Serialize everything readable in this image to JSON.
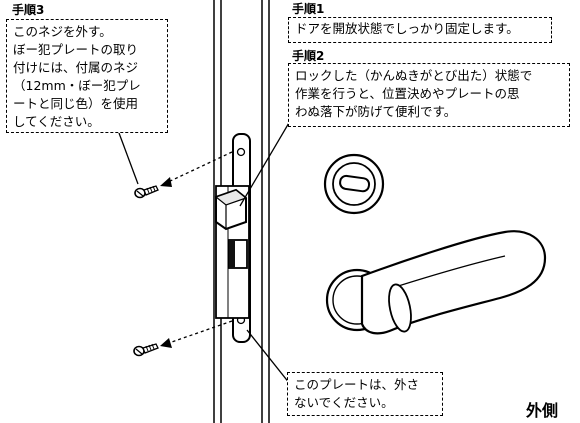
{
  "step3": {
    "heading": "手順3",
    "lines": [
      "このネジを外す。",
      "ぼー犯プレートの取り",
      "付けには、付属のネジ",
      "（12mm・ぼー犯プレ",
      "ートと同じ色）を使用",
      "してください。"
    ]
  },
  "step1": {
    "heading": "手順1",
    "text": "ドアを開放状態でしっかり固定します。"
  },
  "step2": {
    "heading": "手順2",
    "lines": [
      "ロックした（かんぬきがとび出た）状態で",
      "作業を行うと、位置決めやプレートの思",
      "わぬ落下が防げて便利です。"
    ]
  },
  "plate_note": {
    "lines": [
      "このプレートは、外さ",
      "ないでください。"
    ]
  },
  "side_label": "外側"
}
